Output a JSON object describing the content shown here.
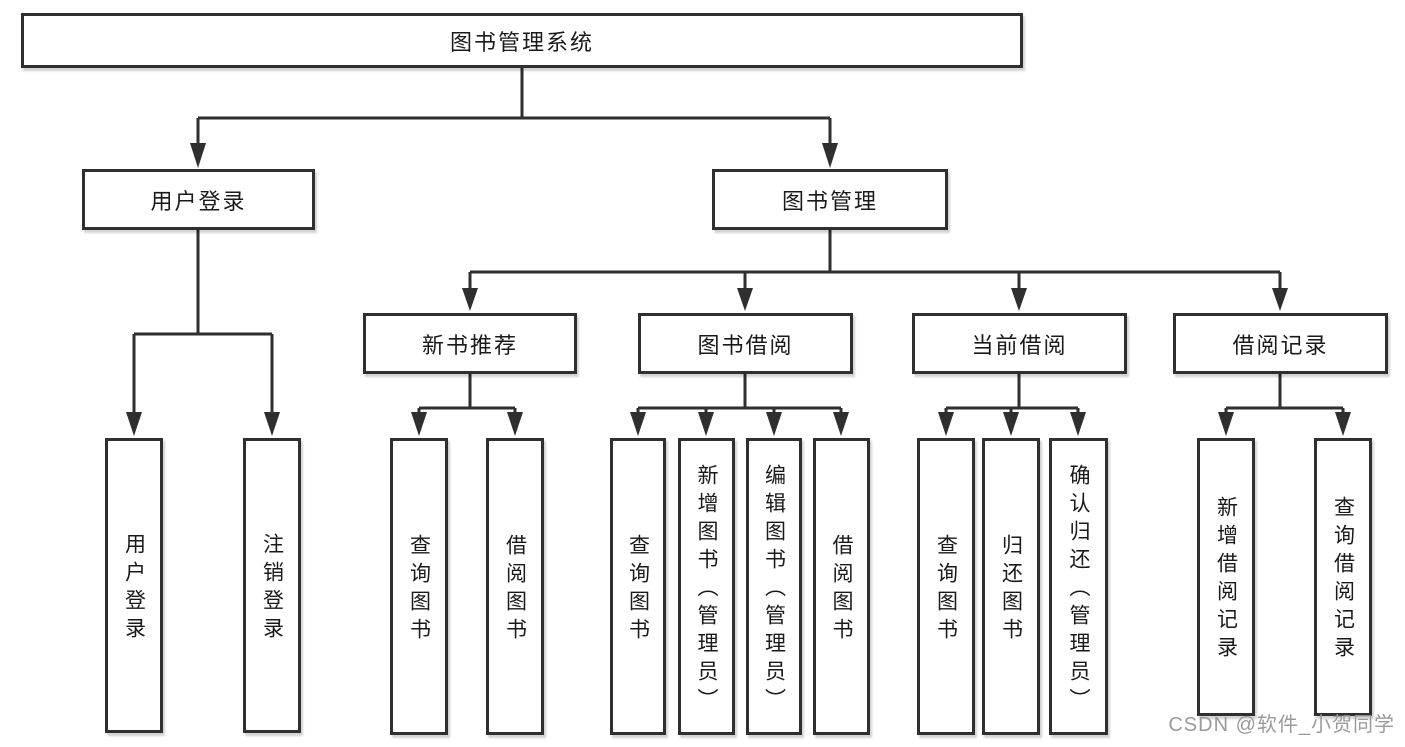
{
  "tree": {
    "root": {
      "label": "图书管理系统"
    },
    "branches": [
      {
        "label": "用户登录",
        "children": [
          {
            "label": "用户登录"
          },
          {
            "label": "注销登录"
          }
        ]
      },
      {
        "label": "图书管理",
        "children": [
          {
            "label": "新书推荐",
            "children": [
              {
                "label": "查询图书"
              },
              {
                "label": "借阅图书"
              }
            ]
          },
          {
            "label": "图书借阅",
            "children": [
              {
                "label": "查询图书"
              },
              {
                "label": "新增图书（管理员）"
              },
              {
                "label": "编辑图书（管理员）"
              },
              {
                "label": "借阅图书"
              }
            ]
          },
          {
            "label": "当前借阅",
            "children": [
              {
                "label": "查询图书"
              },
              {
                "label": "归还图书"
              },
              {
                "label": "确认归还（管理员）"
              }
            ]
          },
          {
            "label": "借阅记录",
            "children": [
              {
                "label": "新增借阅记录"
              },
              {
                "label": "查询借阅记录"
              }
            ]
          }
        ]
      }
    ]
  },
  "watermark": {
    "text": "CSDN @软件_小贺同学"
  },
  "colors": {
    "line": "#2f2f2f",
    "text": "#1a1a1a",
    "watermark": "#9b9b9b",
    "background": "#ffffff"
  }
}
